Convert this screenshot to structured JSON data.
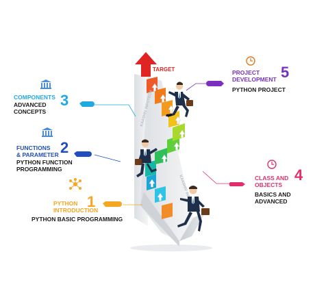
{
  "target": "TARGET",
  "watermark": "KAASHIV INFOTECH",
  "steps": [
    {
      "number": "1",
      "title": [
        "PYTHON",
        "INTRODUCTION"
      ],
      "subtitle": [
        "PYTHON BASIC PROGRAMMING"
      ],
      "color": "#f5a623",
      "icon": "network-icon"
    },
    {
      "number": "2",
      "title": [
        "FUNCTIONS",
        "& PARAMETER"
      ],
      "subtitle": [
        "PYTHON FUNCTION",
        "PROGRAMMING"
      ],
      "color": "#1f4fbf",
      "icon": "bank-icon"
    },
    {
      "number": "3",
      "title": [
        "COMPONENTS"
      ],
      "subtitle": [
        "ADVANCED",
        "CONCEPTS"
      ],
      "color": "#1fa9e0",
      "icon": "bank-icon"
    },
    {
      "number": "4",
      "title": [
        "CLASS AND",
        "OBJECTS"
      ],
      "subtitle": [
        "BASICS AND",
        "ADVANCED"
      ],
      "color": "#e0306a",
      "icon": "clock-icon"
    },
    {
      "number": "5",
      "title": [
        "PROJECT",
        "DEVELOPMENT"
      ],
      "subtitle": [
        "PYTHON PROJECT"
      ],
      "color": "#7b2fbf",
      "icon": "clock-icon"
    }
  ]
}
